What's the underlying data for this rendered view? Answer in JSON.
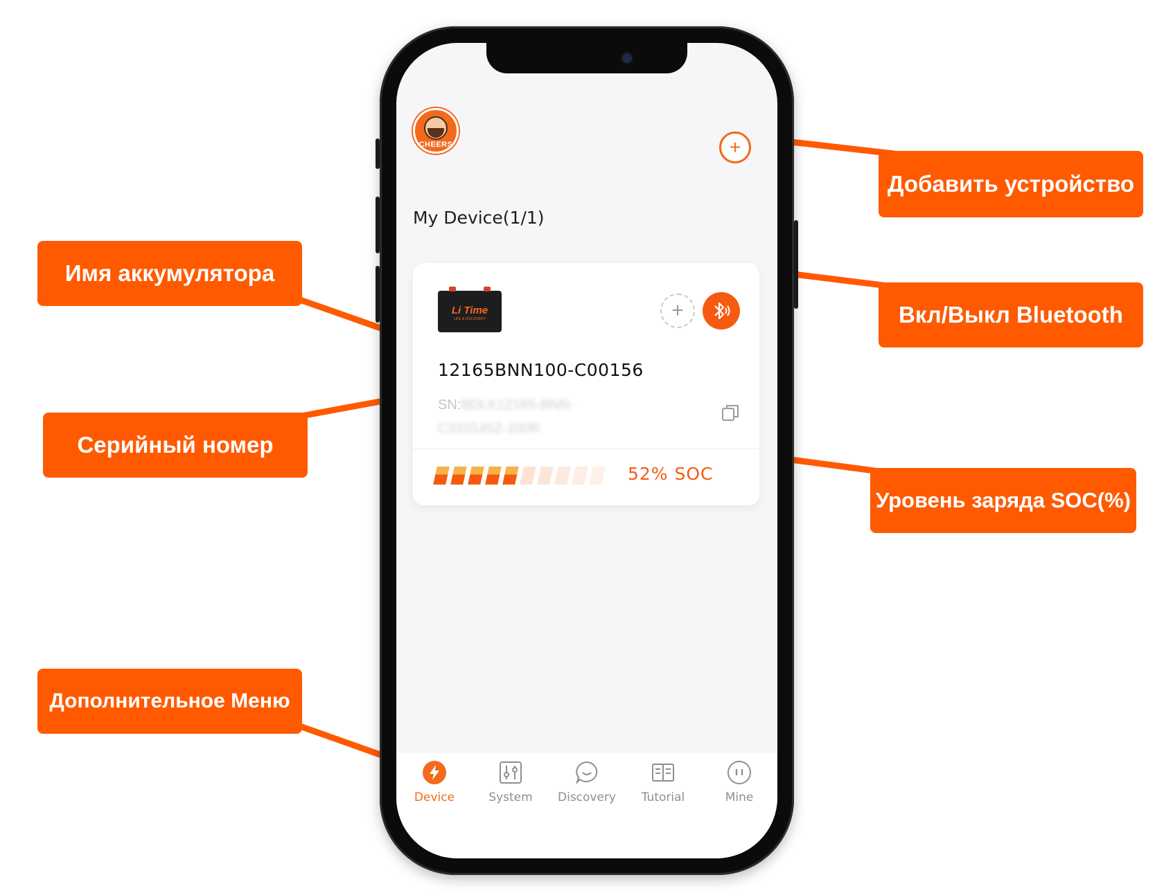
{
  "header": {
    "avatar_text": "CHEERS",
    "add_icon": "plus-circle-icon"
  },
  "device_list": {
    "title": "My Device(1/1)"
  },
  "device_card": {
    "brand_logo": "Li Time",
    "brand_tagline": "LIFE & DISCOVERY",
    "name": "12165BNN100-C00156",
    "sn_label": "SN:",
    "sn_value": "BDLK12165-BNN-C310145Z-100R",
    "soc_value": 52,
    "soc_text": "52% SOC",
    "soc_segments_total": 10,
    "soc_segments_filled": 5
  },
  "tabs": [
    {
      "label": "Device",
      "icon": "lightning-icon",
      "active": true
    },
    {
      "label": "System",
      "icon": "sliders-icon",
      "active": false
    },
    {
      "label": "Discovery",
      "icon": "chat-bubble-icon",
      "active": false
    },
    {
      "label": "Tutorial",
      "icon": "book-icon",
      "active": false
    },
    {
      "label": "Mine",
      "icon": "face-icon",
      "active": false
    }
  ],
  "annotations": {
    "add_device": "Добавить устройство",
    "battery_name": "Имя аккумулятора",
    "bluetooth": "Вкл/Выкл Bluetooth",
    "serial": "Серийный номер",
    "soc": "Уровень заряда SOC(%)",
    "menu": "Дополнительное Меню"
  },
  "colors": {
    "accent": "#f55a10",
    "callout": "#ff5a00",
    "soc_empty": "#fde3d3"
  }
}
